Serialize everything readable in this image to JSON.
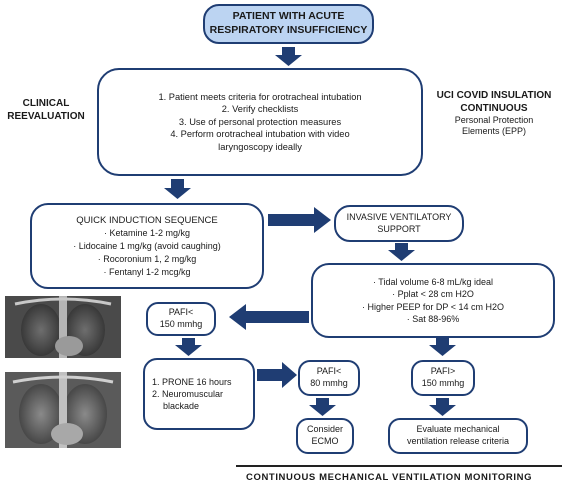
{
  "start": {
    "line1": "PATIENT WITH ACUTE",
    "line2": "RESPIRATORY INSUFFICIENCY"
  },
  "intubation_steps": [
    "1. Patient meets criteria for orotracheal intubation",
    "2. Verify checklists",
    "3. Use of personal protection measures",
    "4. Perform orotracheal intubation with video",
    "laryngoscopy ideally"
  ],
  "left_note": {
    "line1": "CLINICAL",
    "line2": "REEVALUATION"
  },
  "right_note": {
    "line1": "UCI COVID INSULATION",
    "line2": "CONTINUOUS",
    "line3": "Personal Protection",
    "line4": "Elements (EPP)"
  },
  "induction": {
    "title": "QUICK INDUCTION SEQUENCE",
    "items": [
      "Ketamine 1-2 mg/kg",
      "Lidocaine 1 mg/kg (avoid caughing)",
      "Rocoronium 1, 2 mg/kg",
      "Fentanyl 1-2 mcg/kg"
    ]
  },
  "ventilation": {
    "line1": "INVASIVE VENTILATORY",
    "line2": "SUPPORT"
  },
  "targets": [
    "Tidal volume 6-8 mL/kg ideal",
    "Pplat < 28 cm H2O",
    "Higher PEEP for DP < 14 cm H2O",
    "Sat 88-96%"
  ],
  "pafi_low": {
    "line1": "PAFI<",
    "line2": "150 mmhg"
  },
  "pafi_high": {
    "line1": "PAFI>",
    "line2": "150 mmhg"
  },
  "prone": {
    "line1": "1. PRONE 16 hours",
    "line2": "2. Neuromuscular",
    "line3": "blackade"
  },
  "pafi_80": {
    "line1": "PAFI<",
    "line2": "80 mmhg"
  },
  "ecmo": {
    "line1": "Consider",
    "line2": "ECMO"
  },
  "release": {
    "line1": "Evaluate mechanical",
    "line2": "ventilation release criteria"
  },
  "footer": "CONTINUOUS MECHANICAL VENTILATION MONITORING",
  "colors": {
    "border": "#1f3d73",
    "arrow": "#1f3d73",
    "top_fill": "#bcd4f2"
  }
}
